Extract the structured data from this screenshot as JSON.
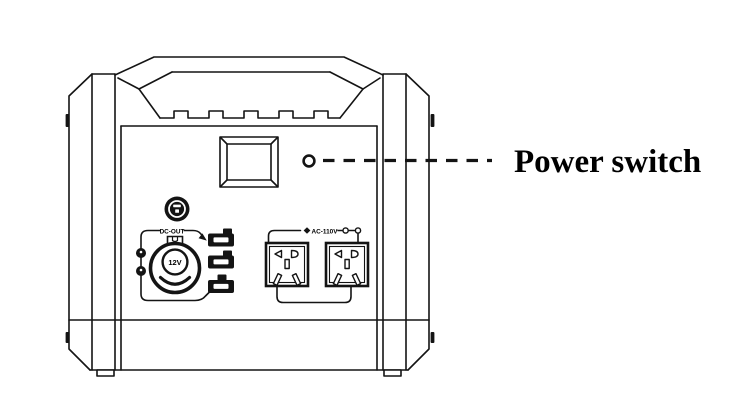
{
  "colors": {
    "line": "#141414",
    "background": "#ffffff",
    "text": "#000000"
  },
  "callout": {
    "label": "Power switch"
  },
  "panel": {
    "dc_section_label": "DC-OUT",
    "car_socket_label": "12V",
    "ac_section_label": "AC-110V"
  },
  "icons": {
    "power_switch": "small round push button",
    "display": "beveled rectangular display window",
    "dc_input": "round DC input jack",
    "usb_ports": [
      "usb-port",
      "usb-port",
      "usb-port"
    ],
    "barrel_ports": [
      "dc-barrel-port",
      "dc-barrel-port"
    ],
    "ac_outlets": [
      "cn-3pin-outlet",
      "cn-3pin-outlet"
    ],
    "handle": "carry handle with grip notches",
    "feet": [
      "foot",
      "foot"
    ]
  }
}
